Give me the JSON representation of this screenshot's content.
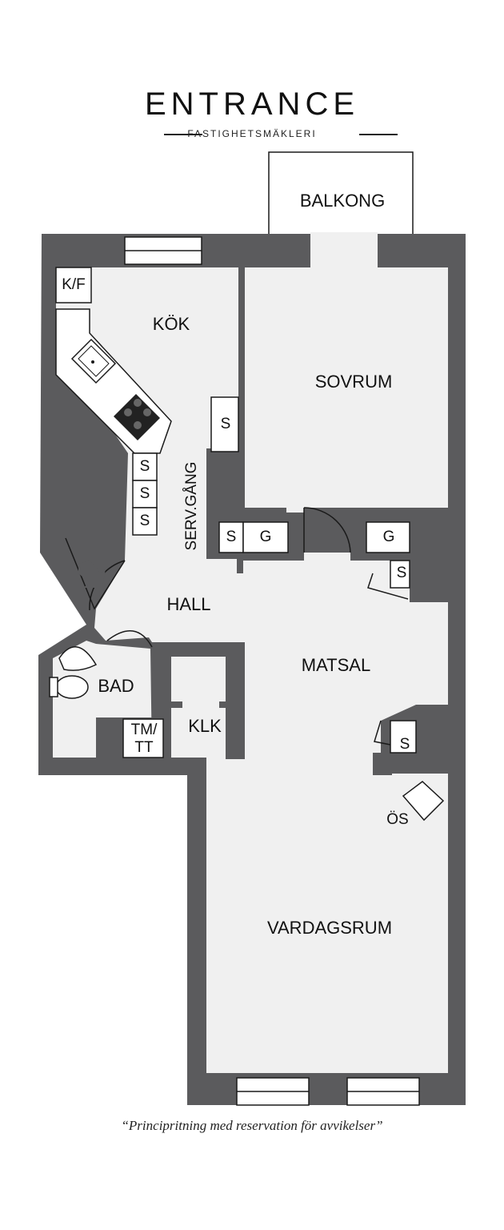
{
  "brand": {
    "name": "ENTRANCE",
    "tagline": "FASTIGHETSMÄKLERI"
  },
  "rooms": {
    "balkong": "BALKONG",
    "kok": "KÖK",
    "sovrum": "SOVRUM",
    "hall": "HALL",
    "matsal": "MATSAL",
    "bad": "BAD",
    "klk": "KLK",
    "vardagsrum": "VARDAGSRUM",
    "serv_gang": "SERV.GÅNG"
  },
  "fixtures": {
    "kf": "K/F",
    "s": "S",
    "g": "G",
    "tm_line1": "TM/",
    "tm_line2": "TT",
    "os": "ÖS"
  },
  "colors": {
    "wall": "#5b5b5d",
    "floor": "#f0f0f0",
    "line": "#1a1a1a"
  },
  "disclaimer": "“Principritning med reservation för avvikelser”"
}
